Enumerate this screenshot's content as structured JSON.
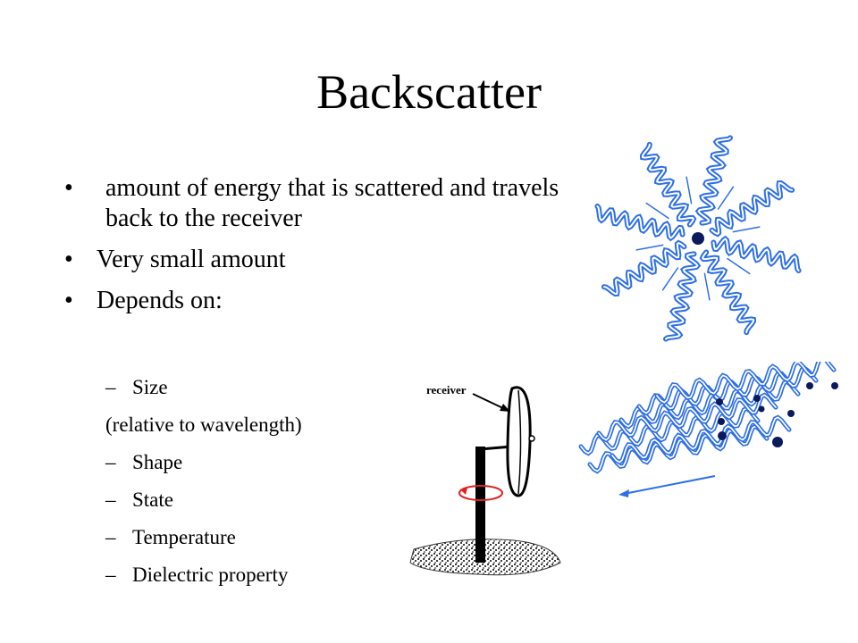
{
  "slide": {
    "title": "Backscatter",
    "bullets": [
      {
        "text": "amount of energy that is scattered and travels back to the receiver"
      },
      {
        "text": "Very small amount"
      },
      {
        "text": "Depends on:"
      }
    ],
    "sub_items": [
      {
        "type": "dash",
        "text": "Size"
      },
      {
        "type": "note",
        "text": "(relative to wavelength)"
      },
      {
        "type": "dash",
        "text": "Shape"
      },
      {
        "type": "dash",
        "text": "State"
      },
      {
        "type": "dash",
        "text": "Temperature"
      },
      {
        "type": "dash",
        "text": "Dielectric property"
      }
    ],
    "bullet_symbol": "•",
    "dash_symbol": "–"
  },
  "figures": {
    "receiver_label": "receiver",
    "wave_color": "#2e6fe6",
    "particle_color": "#0b1a5c",
    "arrow_color": "#e02020"
  }
}
